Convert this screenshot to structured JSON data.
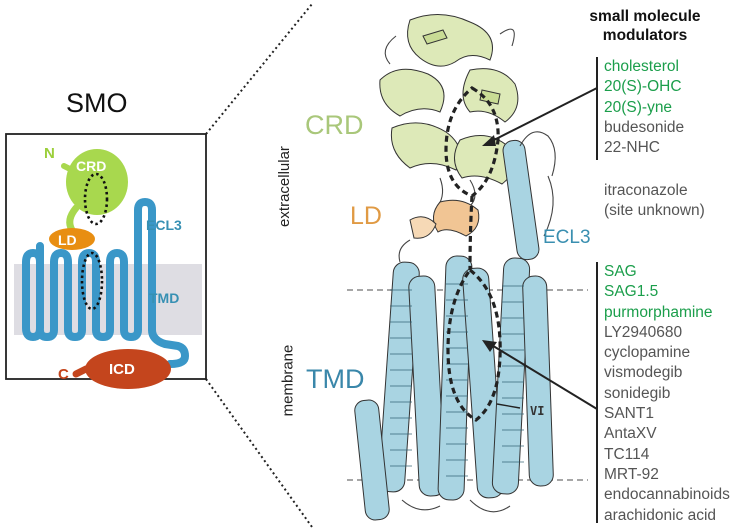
{
  "smo_schematic": {
    "title": "SMO",
    "n_label": "N",
    "c_label": "C",
    "crd_label": "CRD",
    "ld_label": "LD",
    "ecl3_label": "ECL3",
    "tmd_label": "TMD",
    "icd_label": "ICD",
    "colors": {
      "crd": "#a8d84e",
      "ld": "#e88e12",
      "tm": "#3a97c8",
      "icd": "#c4451d",
      "membrane": "#dedde3"
    }
  },
  "structure": {
    "crd_label": "CRD",
    "ld_label": "LD",
    "ecl3_label": "ECL3",
    "tmd_label": "TMD",
    "vi_label": "VI",
    "extracellular_label": "extracellular",
    "membrane_label": "membrane",
    "colors": {
      "crd": "#dde9b8",
      "ld": "#f1c594",
      "tmd": "#a9d4e2"
    }
  },
  "modulators": {
    "header_line1": "small molecule",
    "header_line2": "modulators",
    "crd_site": [
      {
        "name": "cholesterol",
        "color": "green"
      },
      {
        "name": "20(S)-OHC",
        "color": "green"
      },
      {
        "name": "20(S)-yne",
        "color": "green"
      },
      {
        "name": "budesonide",
        "color": "gray"
      },
      {
        "name": "22-NHC",
        "color": "gray"
      }
    ],
    "unknown_site_line1": "itraconazole",
    "unknown_site_line2": "(site unknown)",
    "tmd_site": [
      {
        "name": "SAG",
        "color": "green"
      },
      {
        "name": "SAG1.5",
        "color": "green"
      },
      {
        "name": "purmorphamine",
        "color": "green"
      },
      {
        "name": "LY2940680",
        "color": "gray"
      },
      {
        "name": "cyclopamine",
        "color": "gray"
      },
      {
        "name": "vismodegib",
        "color": "gray"
      },
      {
        "name": "sonidegib",
        "color": "gray"
      },
      {
        "name": "SANT1",
        "color": "gray"
      },
      {
        "name": "AntaXV",
        "color": "gray"
      },
      {
        "name": "TC114",
        "color": "gray"
      },
      {
        "name": "MRT-92",
        "color": "gray"
      },
      {
        "name": "endocannabinoids",
        "color": "gray"
      },
      {
        "name": "arachidonic acid",
        "color": "gray"
      }
    ]
  }
}
